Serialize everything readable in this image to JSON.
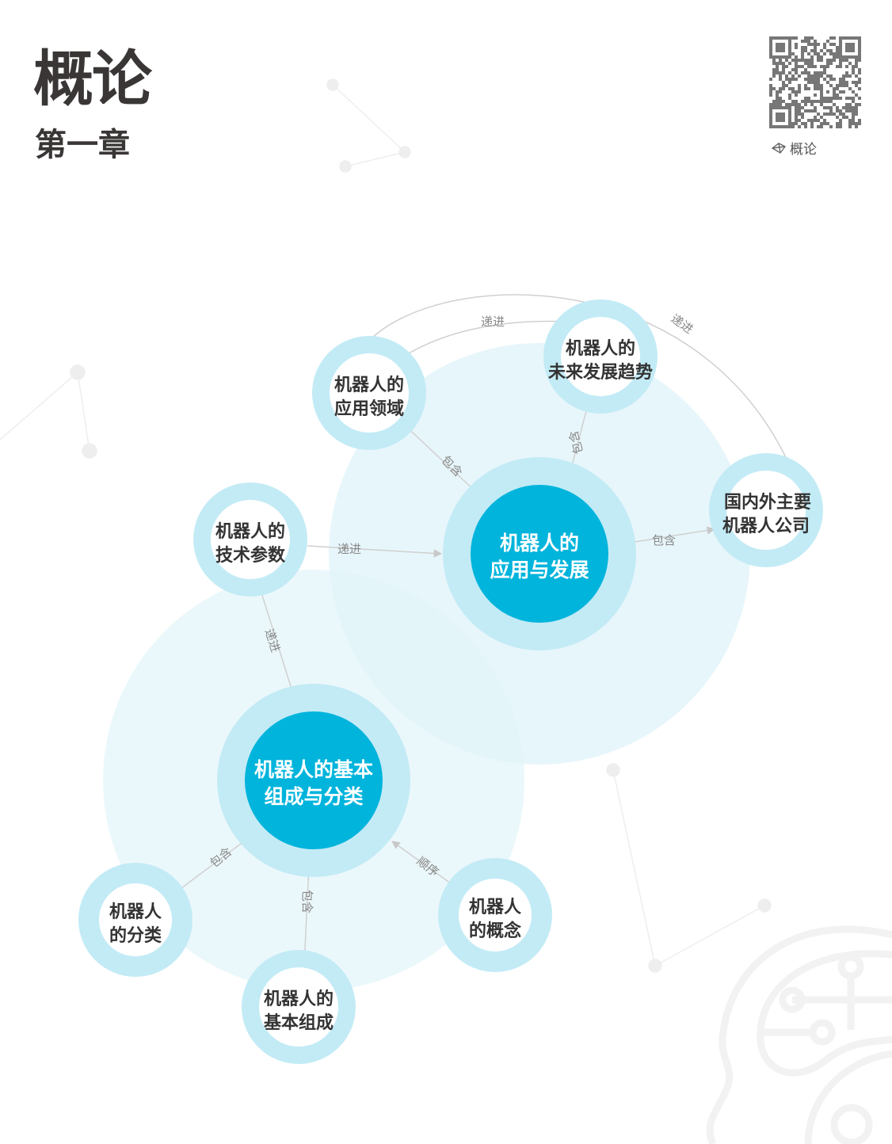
{
  "header": {
    "title": "概论",
    "subtitle": "第一章"
  },
  "qr": {
    "label": "概论",
    "icon": "network-icon"
  },
  "nodes": {
    "app_dev": [
      "机器人的",
      "应用与发展"
    ],
    "basic": [
      "机器人的基本",
      "组成与分类"
    ],
    "fields": [
      "机器人的",
      "应用领域"
    ],
    "future": [
      "机器人的",
      "未来发展趋势"
    ],
    "companies": [
      "国内外主要",
      "机器人公司"
    ],
    "params": [
      "机器人的",
      "技术参数"
    ],
    "classify": [
      "机器人",
      "的分类"
    ],
    "composition": [
      "机器人的",
      "基本组成"
    ],
    "concept": [
      "机器人",
      "的概念"
    ]
  },
  "edges": {
    "contain": "包含",
    "progress": "递进",
    "sequence": "顺序"
  },
  "colors": {
    "main": "#00b4dc",
    "ring": "#c3ebf6",
    "halo": "#e3f5fa",
    "text": "#3a3636"
  }
}
